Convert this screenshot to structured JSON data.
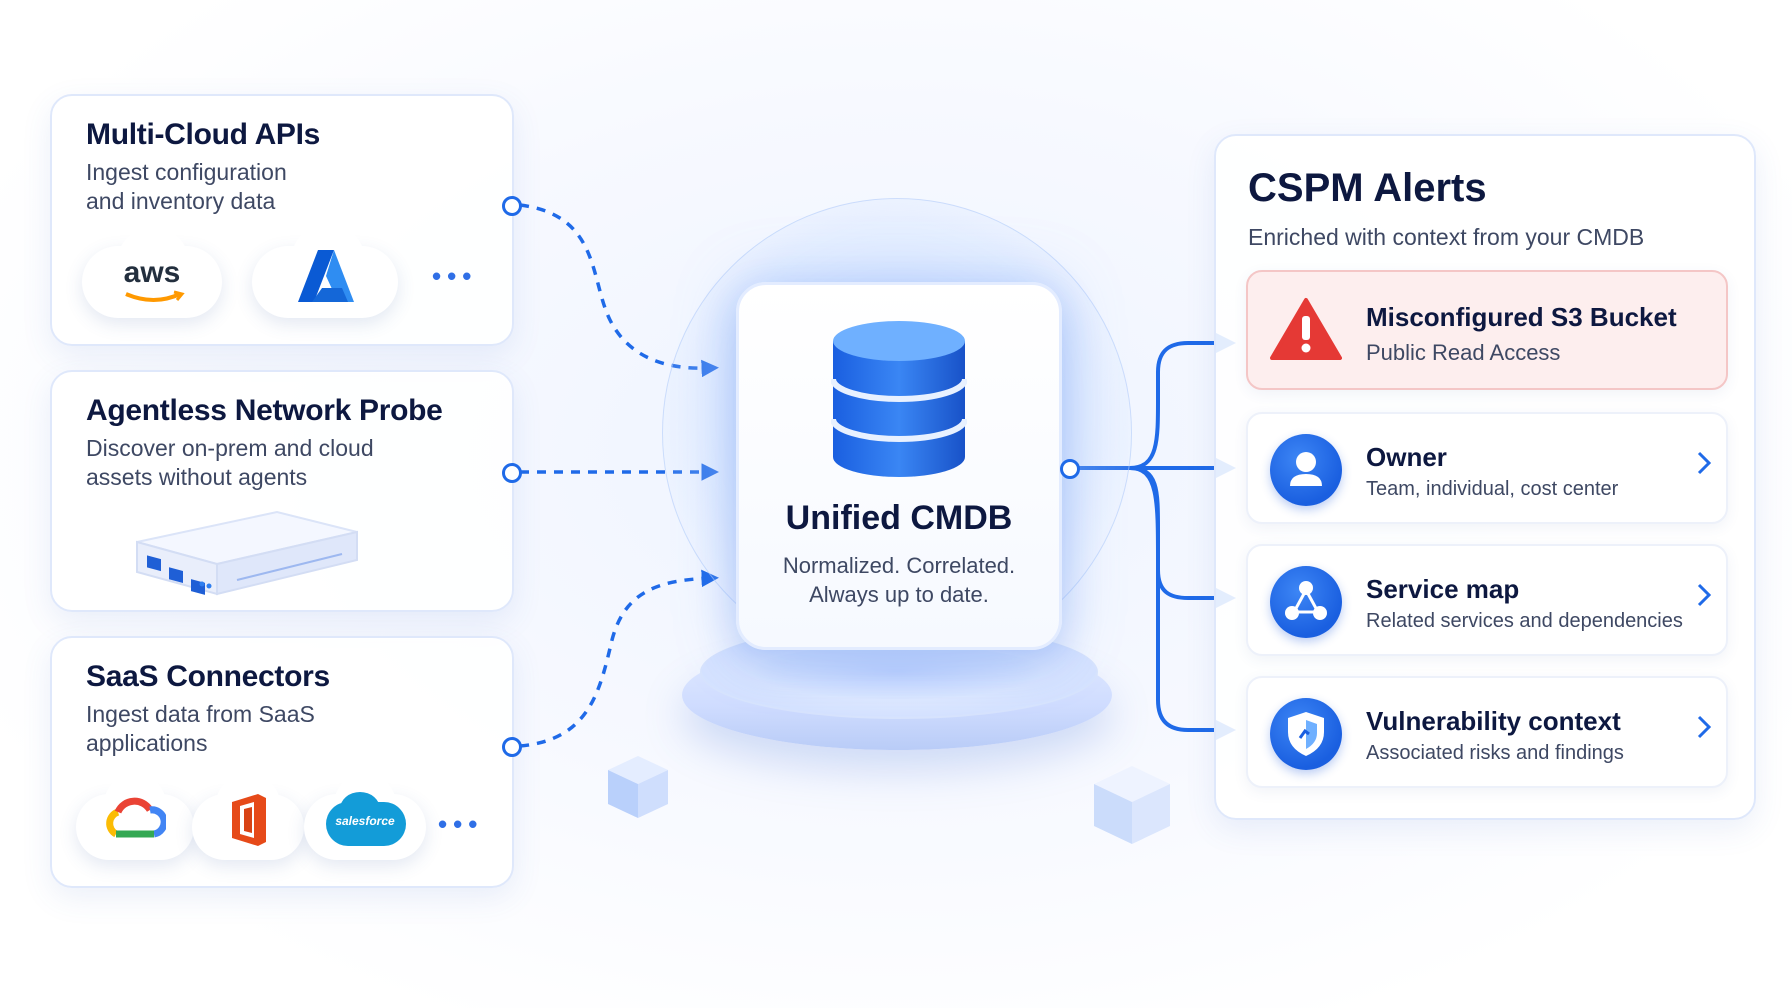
{
  "sources": [
    {
      "title": "Multi-Cloud APIs",
      "desc_lines": [
        "Ingest configuration",
        "and inventory data"
      ],
      "logos": [
        "aws-logo",
        "azure-logo"
      ],
      "more": "•••"
    },
    {
      "title": "Agentless Network Probe",
      "desc_lines": [
        "Discover on-prem and cloud",
        "assets without agents"
      ]
    },
    {
      "title": "SaaS Connectors",
      "desc_lines": [
        "Ingest data from SaaS",
        "applications"
      ],
      "logos": [
        "google-cloud-logo",
        "office-logo",
        "salesforce-logo"
      ],
      "more": "•••"
    }
  ],
  "logo_text": {
    "aws": "aws",
    "salesforce": "salesforce"
  },
  "cmdb": {
    "title": "Unified CMDB",
    "subtitle_lines": [
      "Normalized. Correlated.",
      "Always up to date."
    ]
  },
  "alerts": {
    "title": "CSPM Alerts",
    "subtitle": "Enriched with context from your CMDB",
    "items": [
      {
        "title": "Misconfigured S3 Bucket",
        "subtitle": "Public Read Access",
        "icon": "warning-icon",
        "status_color": "#e53935"
      },
      {
        "title": "Owner",
        "subtitle": "Team, individual, cost center",
        "icon": "user-icon"
      },
      {
        "title": "Service map",
        "subtitle": "Related services and dependencies",
        "icon": "network-icon"
      },
      {
        "title": "Vulnerability context",
        "subtitle": "Associated risks and findings",
        "icon": "shield-icon"
      }
    ]
  },
  "colors": {
    "accent": "#1f6ae8",
    "danger": "#e53935"
  }
}
